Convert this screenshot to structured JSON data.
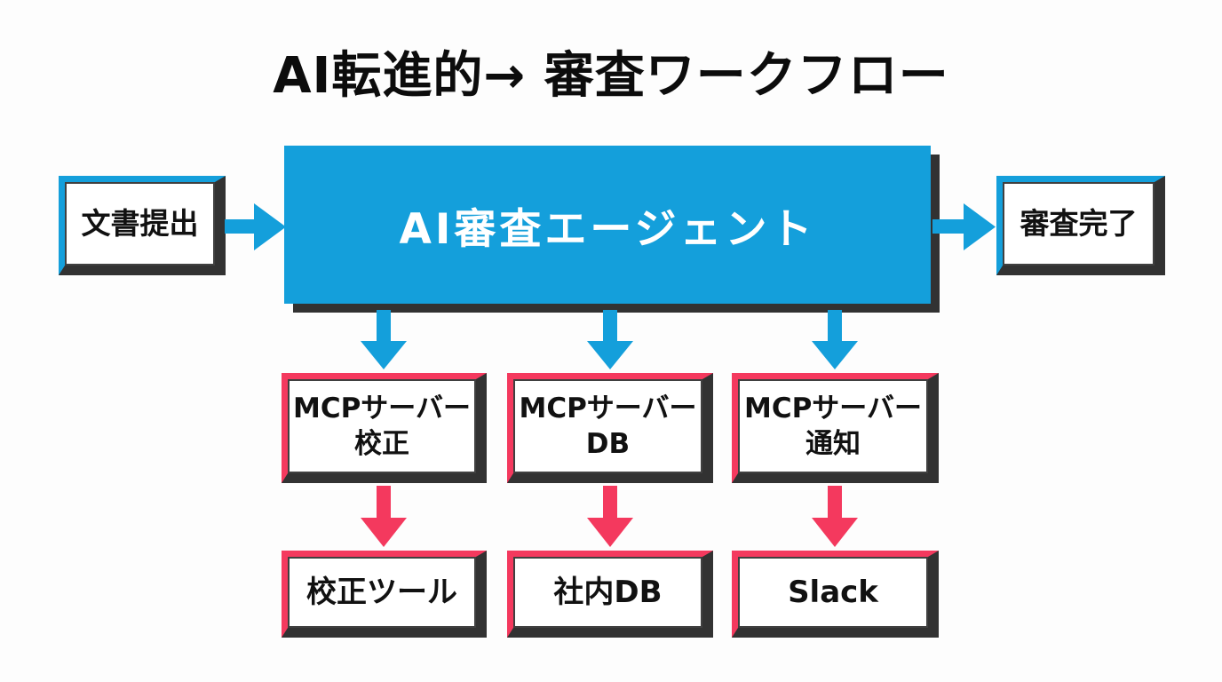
{
  "page": {
    "background": "#fdfdfd",
    "title": "AI転進的→ 審査ワークフロー"
  },
  "colors": {
    "blue": "#149fdb",
    "pink": "#f4395e",
    "dark": "#323232",
    "box-bg": "#ffffff",
    "text": "#111111",
    "agent-text": "#ffffff"
  },
  "diagram": {
    "type": "flowchart",
    "nodes": {
      "input": {
        "label": "文書提出"
      },
      "agent": {
        "label": "AI審査エージェント"
      },
      "output": {
        "label": "審査完了"
      },
      "mcp_servers": [
        {
          "line1": "MCPサーバー",
          "line2": "校正"
        },
        {
          "line1": "MCPサーバー",
          "line2": "DB"
        },
        {
          "line1": "MCPサーバー",
          "line2": "通知"
        }
      ],
      "tools": [
        {
          "label": "校正ツール"
        },
        {
          "label": "社内DB"
        },
        {
          "label": "Slack"
        }
      ]
    },
    "edges": [
      {
        "from": "文書提出",
        "to": "AI審査エージェント",
        "color": "blue"
      },
      {
        "from": "AI審査エージェント",
        "to": "審査完了",
        "color": "blue"
      },
      {
        "from": "AI審査エージェント",
        "to": "MCPサーバー校正",
        "color": "blue"
      },
      {
        "from": "AI審査エージェント",
        "to": "MCPサーバーDB",
        "color": "blue"
      },
      {
        "from": "AI審査エージェント",
        "to": "MCPサーバー通知",
        "color": "blue"
      },
      {
        "from": "MCPサーバー校正",
        "to": "校正ツール",
        "color": "pink"
      },
      {
        "from": "MCPサーバーDB",
        "to": "社内DB",
        "color": "pink"
      },
      {
        "from": "MCPサーバー通知",
        "to": "Slack",
        "color": "pink"
      }
    ]
  }
}
